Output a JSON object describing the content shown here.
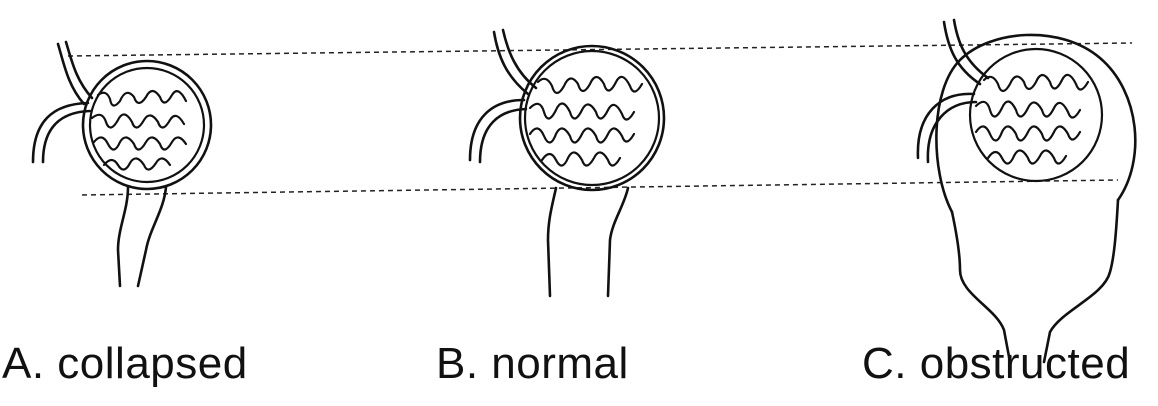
{
  "panels": [
    {
      "id": "A",
      "label": "A. collapsed"
    },
    {
      "id": "B",
      "label": "B. normal"
    },
    {
      "id": "C",
      "label": "C. obstructed"
    }
  ],
  "colors": {
    "ink": "#111111",
    "background": "#ffffff"
  }
}
